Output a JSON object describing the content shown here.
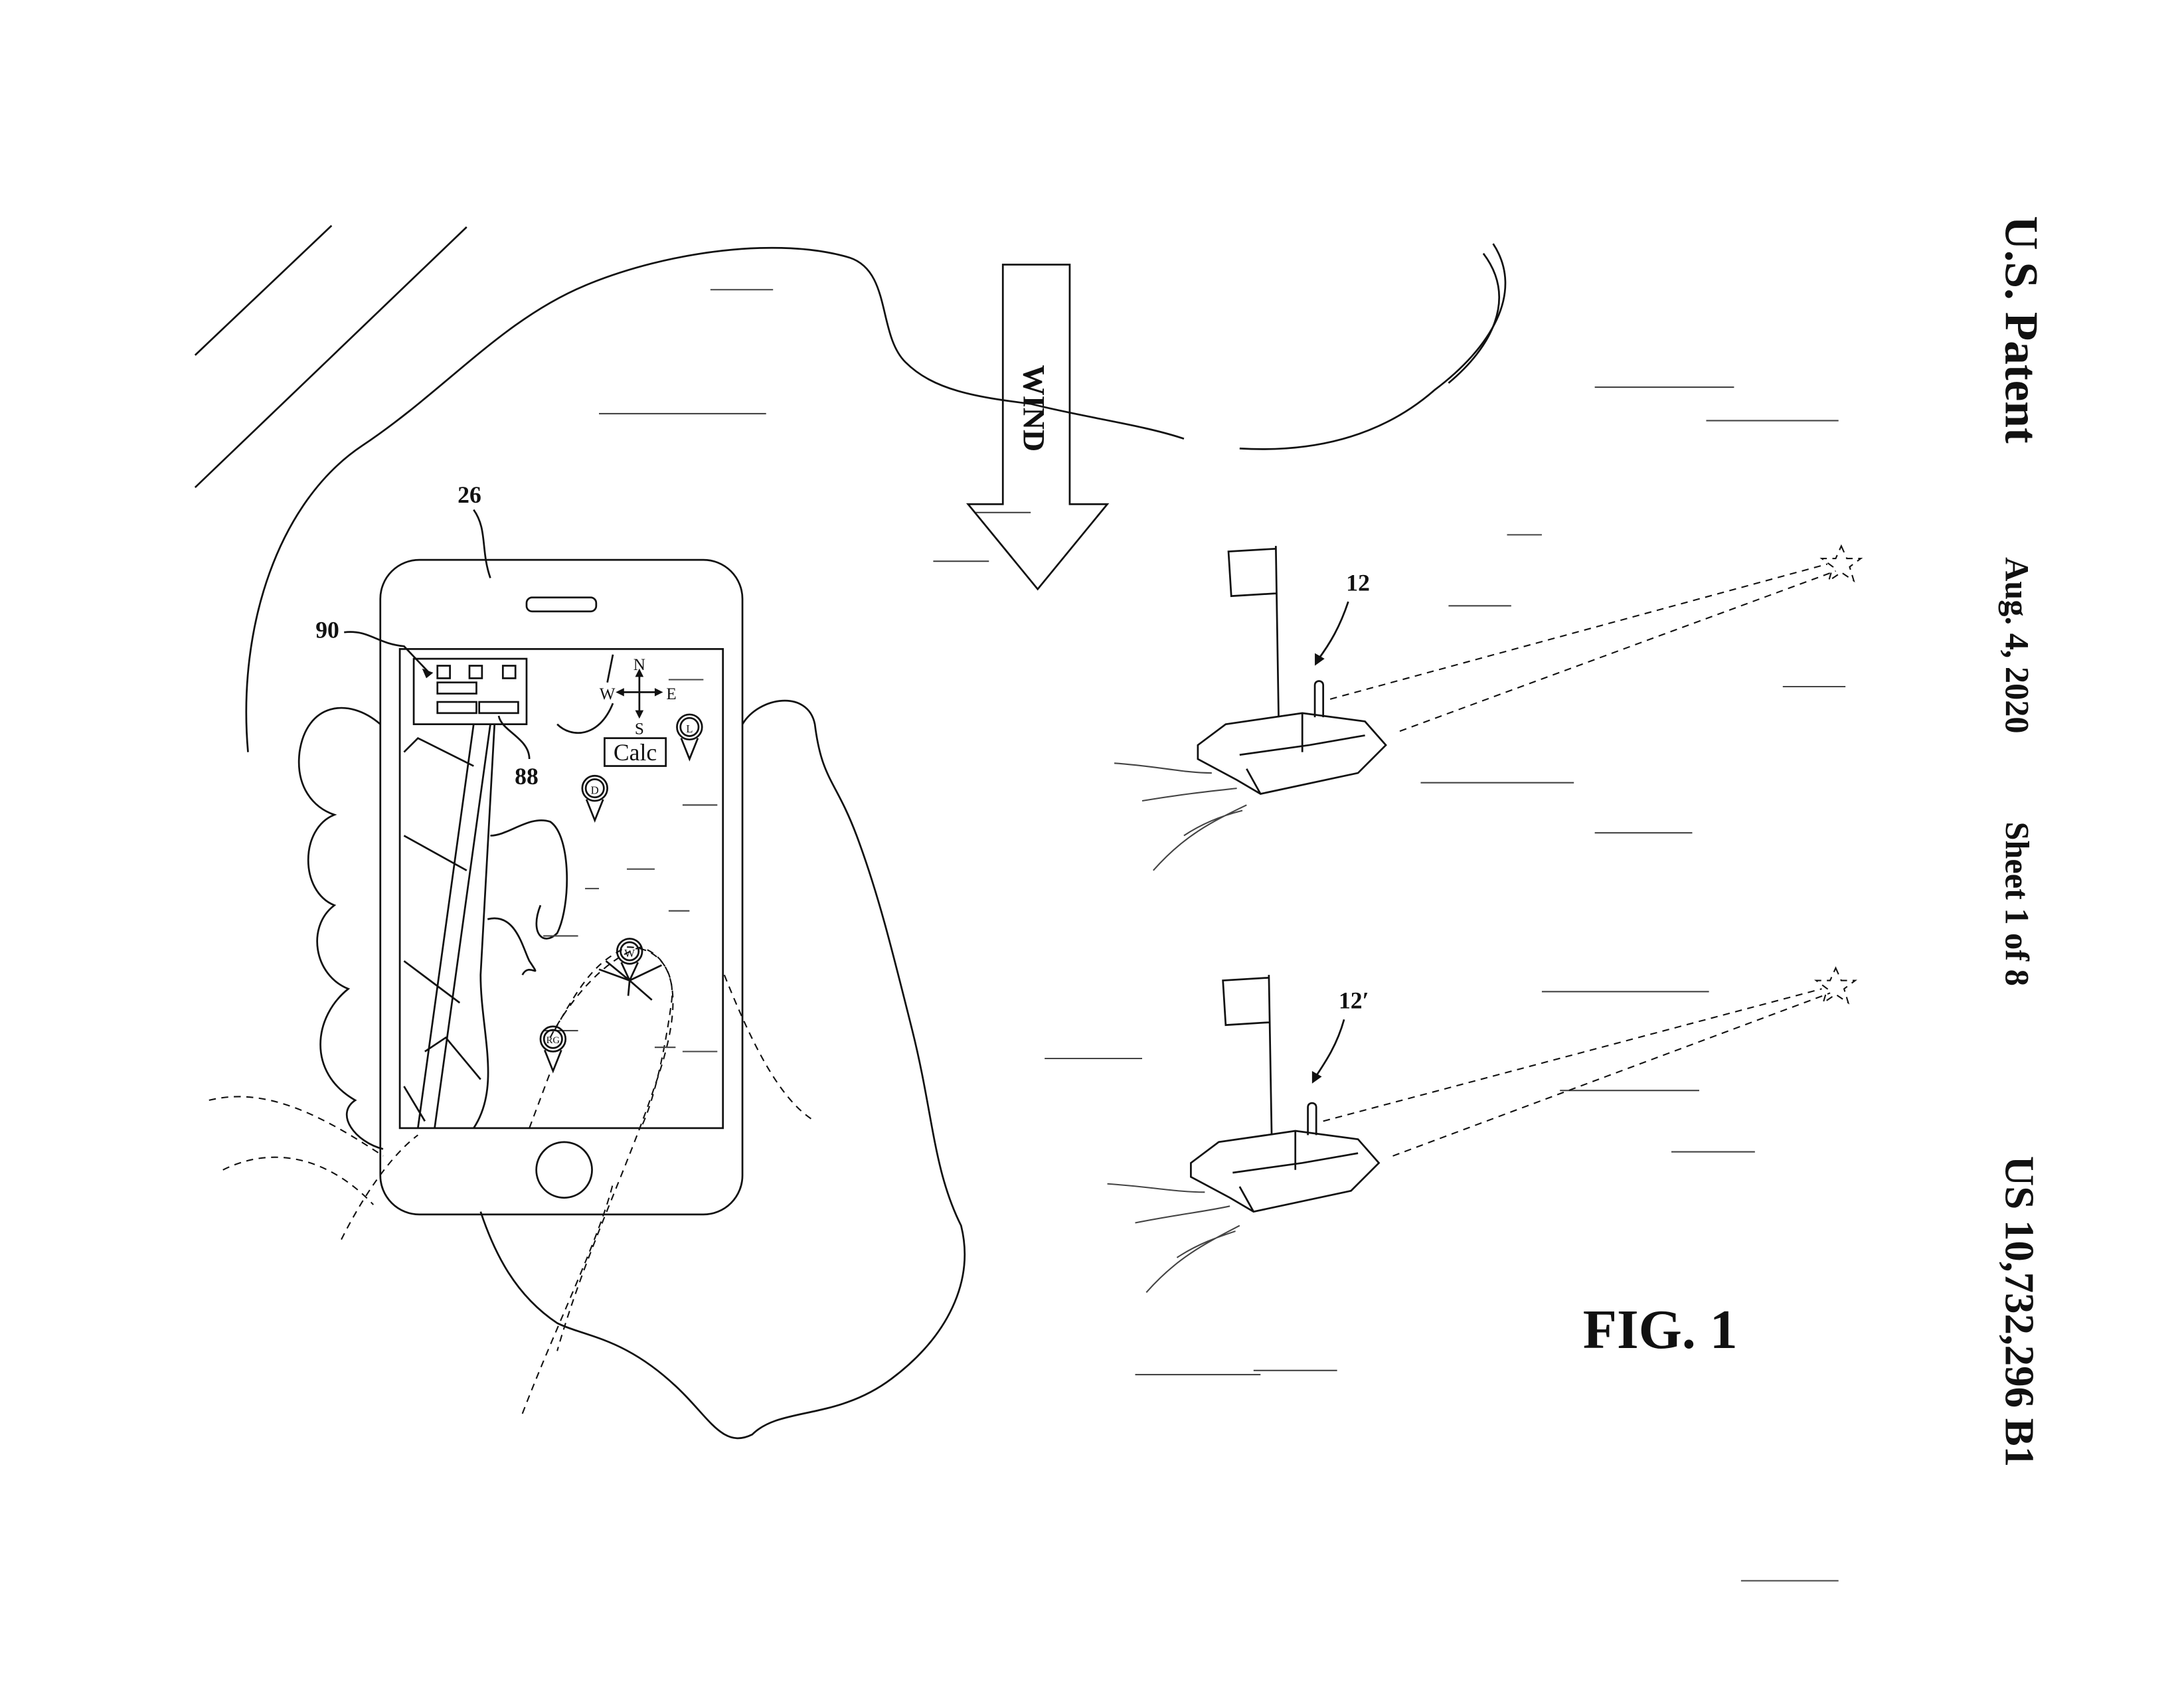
{
  "header": {
    "title": "U.S. Patent",
    "date": "Aug. 4, 2020",
    "sheet": "Sheet 1 of 8",
    "patent_number": "US 10,732,296 B1"
  },
  "figure": {
    "label": "FIG. 1",
    "wind_label": "WIND",
    "refs": {
      "phone": "26",
      "widget": "90",
      "widget_field": "88",
      "boat": "12",
      "boat_alt": "12′"
    }
  },
  "screen": {
    "compass": {
      "north": "N",
      "south": "S",
      "east": "E",
      "west": "W"
    },
    "calc_button": "Calc",
    "pins": {
      "l": "L",
      "d": "D",
      "w": "W",
      "rg": "RG"
    }
  }
}
